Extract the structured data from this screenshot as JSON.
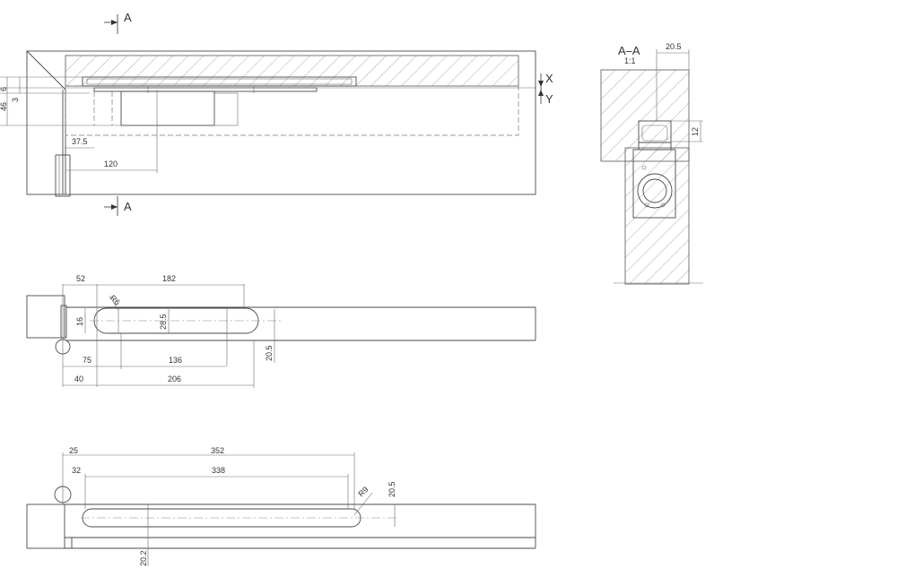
{
  "section_marks": {
    "top": "A",
    "bottom": "A"
  },
  "section_view": {
    "title": "A–A",
    "scale": "1:1"
  },
  "side_labels": {
    "x": "X",
    "y": "Y"
  },
  "dims_view1": {
    "d6": "6",
    "d3": "3",
    "d46": "46",
    "d37_5": "37.5",
    "d120": "120"
  },
  "dims_section": {
    "d20_5": "20.5",
    "d12": "12"
  },
  "dims_view2": {
    "d52": "52",
    "d182": "182",
    "r6": "R6",
    "d16": "16",
    "d28_5": "28.5",
    "d20_5": "20.5",
    "d75": "75",
    "d136": "136",
    "d40": "40",
    "d206": "206"
  },
  "dims_view3": {
    "d25": "25",
    "d352": "352",
    "d32": "32",
    "d338": "338",
    "r9": "R9",
    "d20_5": "20.5",
    "d20_2": "20.2"
  }
}
